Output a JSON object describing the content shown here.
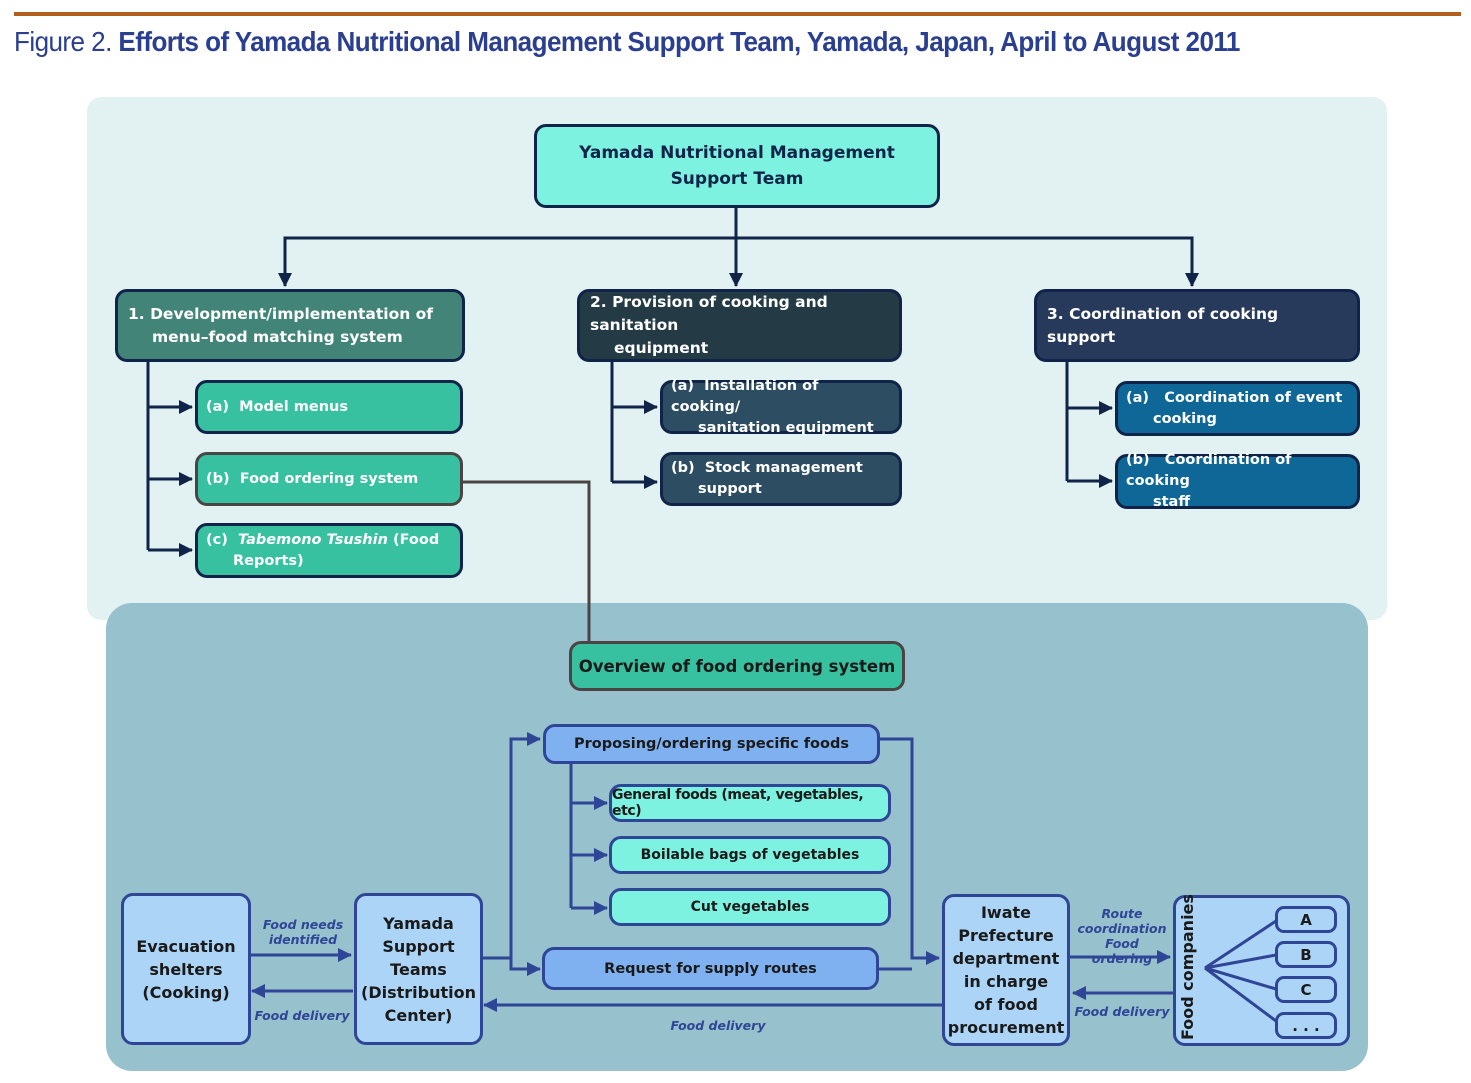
{
  "figure": {
    "lead": "Figure 2. ",
    "title": "Efforts of Yamada Nutritional Management Support Team, Yamada, Japan, April to August 2011"
  },
  "colors": {
    "rule": "#b35f1b",
    "title": "#2a3f8f",
    "top_panel": "#e2f2f2",
    "bottom_panel": "#96c1cd",
    "dark_navy": "#0f2448",
    "flow_blue": "#2f4596"
  },
  "org": {
    "root": {
      "line1": "Yamada Nutritional Management",
      "line2": "Support Team"
    },
    "categories": [
      {
        "line1": "1.  Development/implementation of",
        "line2": "menu–food matching system",
        "items": [
          {
            "prefix": "(a)",
            "line1": "Model menus",
            "line2": ""
          },
          {
            "prefix": "(b)",
            "line1": "Food ordering system",
            "line2": ""
          },
          {
            "prefix": "(c)",
            "italic": "Tabemono Tsushin",
            "line1": " (Food",
            "line2": "Reports)"
          }
        ]
      },
      {
        "line1": "2.  Provision of cooking and sanitation",
        "line2": "equipment",
        "items": [
          {
            "prefix": "(a)",
            "line1": "Installation of cooking/",
            "line2": "sanitation equipment"
          },
          {
            "prefix": "(b)",
            "line1": "Stock management",
            "line2": "support"
          }
        ]
      },
      {
        "line1": "3.  Coordination of cooking support",
        "line2": "",
        "items": [
          {
            "prefix": "(a)",
            "line1": "Coordination of event",
            "line2": "cooking"
          },
          {
            "prefix": "(b)",
            "line1": "Coordination of cooking",
            "line2": "staff"
          }
        ]
      }
    ]
  },
  "overview": {
    "title": "Overview of food ordering system",
    "proposing": "Proposing/ordering specific foods",
    "food_types": [
      "General foods (meat, vegetables, etc)",
      "Boilable bags of vegetables",
      "Cut vegetables"
    ],
    "request": "Request for supply routes",
    "shelters": [
      "Evacuation",
      "shelters",
      "(Cooking)"
    ],
    "support_teams": [
      "Yamada",
      "Support",
      "Teams",
      "(Distribution",
      "Center)"
    ],
    "prefecture": [
      "Iwate",
      "Prefecture",
      "department",
      "in charge",
      "of food",
      "procurement"
    ],
    "companies_label": "Food companies",
    "companies": [
      "A",
      "B",
      "C",
      ". . ."
    ],
    "flow_labels": {
      "needs_1": "Food needs",
      "needs_2": "identified",
      "delivery_shelter": "Food delivery",
      "delivery_center": "Food delivery",
      "route_1": "Route",
      "route_2": "coordination",
      "route_3": "Food ordering",
      "delivery_companies": "Food delivery"
    }
  }
}
